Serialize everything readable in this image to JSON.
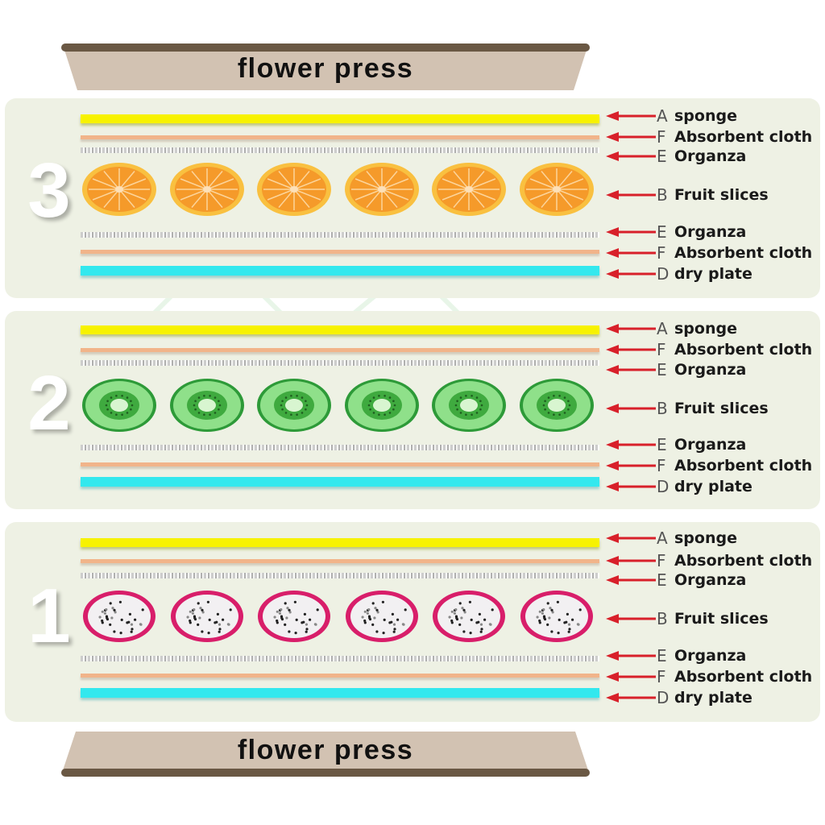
{
  "press_top": {
    "label": "flower press"
  },
  "press_bottom": {
    "label": "flower press"
  },
  "colors": {
    "press_body": "#d2c2b2",
    "press_edge": "#6a5844",
    "panel_bg": "#eef1e4",
    "sponge": "#f7f200",
    "absorbent_cloth": "#f1b48a",
    "organza": "#c9c9c9",
    "dry_plate": "#33e8ee",
    "arrow": "#d8202a",
    "orange": "#f59a2a",
    "kiwi": "#5cc85c",
    "dragon_fruit": "#d81e6a"
  },
  "panels": [
    {
      "number": "3",
      "fruit": "orange-slice",
      "fruit_count": 6,
      "labels": [
        {
          "letter": "A",
          "text": "sponge"
        },
        {
          "letter": "F",
          "text": "Absorbent cloth"
        },
        {
          "letter": "E",
          "text": "Organza"
        },
        {
          "letter": "B",
          "text": "Fruit slices"
        },
        {
          "letter": "E",
          "text": "Organza"
        },
        {
          "letter": "F",
          "text": "Absorbent cloth"
        },
        {
          "letter": "D",
          "text": "dry plate"
        }
      ]
    },
    {
      "number": "2",
      "fruit": "kiwi-slice",
      "fruit_count": 6,
      "labels": [
        {
          "letter": "A",
          "text": "sponge"
        },
        {
          "letter": "F",
          "text": "Absorbent cloth"
        },
        {
          "letter": "E",
          "text": "Organza"
        },
        {
          "letter": "B",
          "text": "Fruit slices"
        },
        {
          "letter": "E",
          "text": "Organza"
        },
        {
          "letter": "F",
          "text": "Absorbent cloth"
        },
        {
          "letter": "D",
          "text": "dry plate"
        }
      ]
    },
    {
      "number": "1",
      "fruit": "dragon-fruit-slice",
      "fruit_count": 6,
      "labels": [
        {
          "letter": "A",
          "text": "sponge"
        },
        {
          "letter": "F",
          "text": "Absorbent cloth"
        },
        {
          "letter": "E",
          "text": "Organza"
        },
        {
          "letter": "B",
          "text": "Fruit slices"
        },
        {
          "letter": "E",
          "text": "Organza"
        },
        {
          "letter": "F",
          "text": "Absorbent cloth"
        },
        {
          "letter": "D",
          "text": "dry plate"
        }
      ]
    }
  ]
}
